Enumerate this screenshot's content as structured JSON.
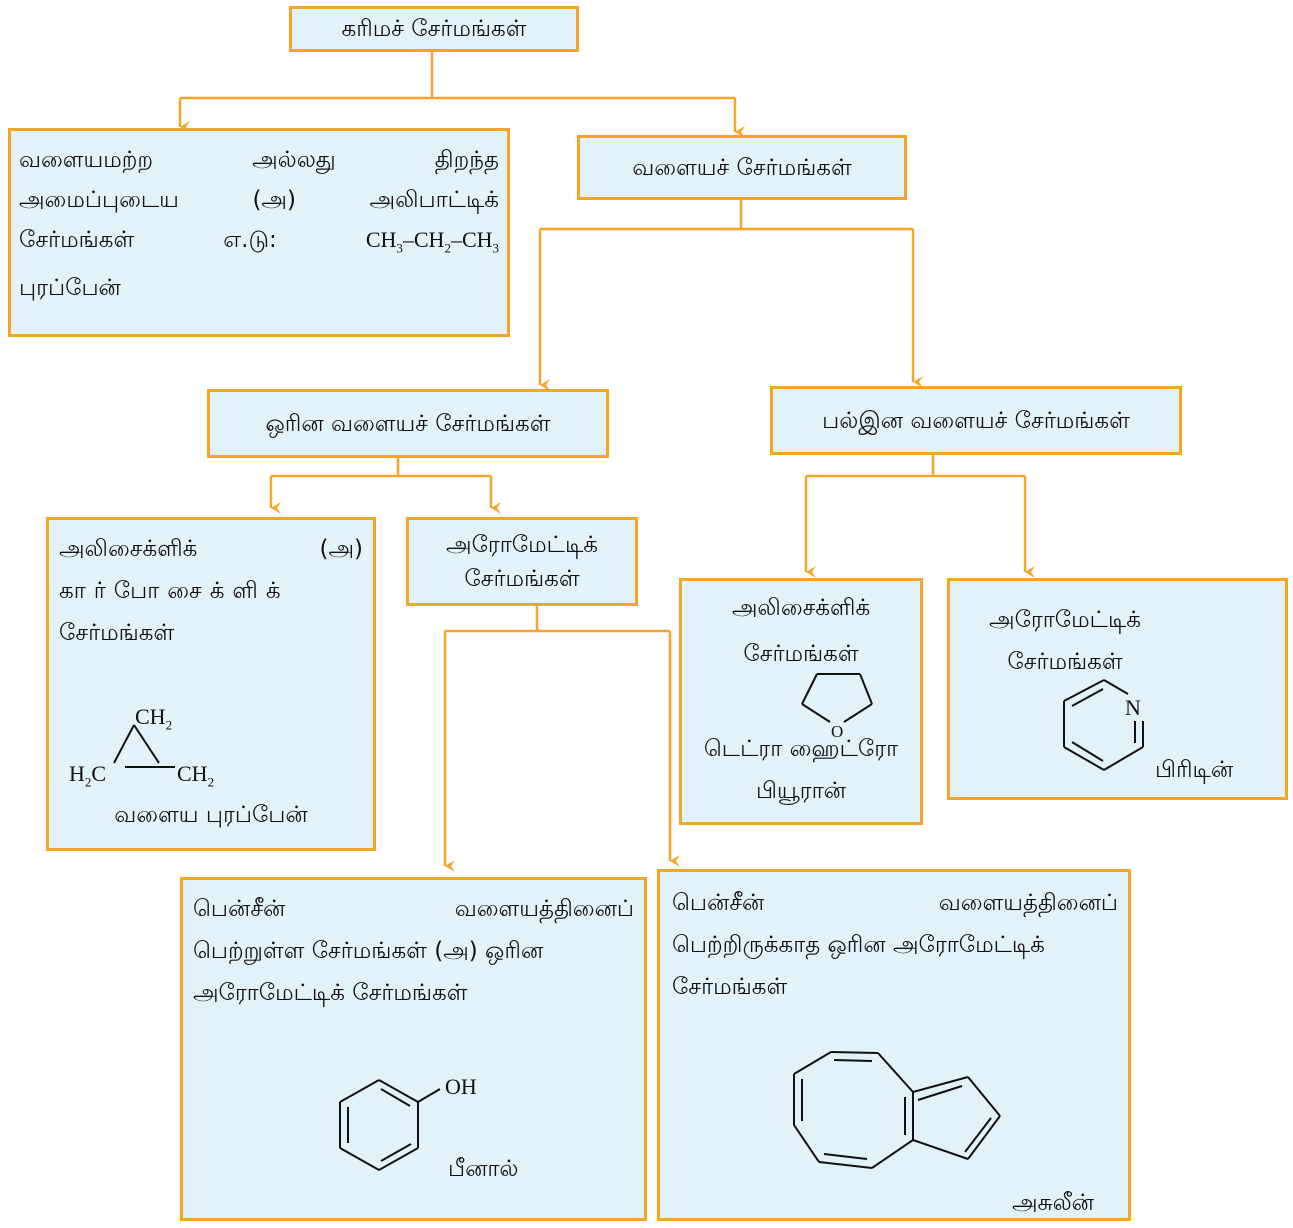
{
  "root": "கரிமச் சேர்மங்கள்",
  "acyclic": {
    "line1": [
      "வளையமற்ற",
      "அல்லது",
      "திறந்த"
    ],
    "line2": [
      "அமைப்புடைய",
      "(அ)",
      "அலிபாட்டிக்"
    ],
    "line3_text": "சேர்மங்கள்",
    "line3_eg": "எ.டு:",
    "formula": "CH3–CH2–CH3",
    "name": "புரப்பேன்"
  },
  "cyclic": "வளையச் சேர்மங்கள்",
  "homocyclic": "ஒரின வளையச் சேர்மங்கள்",
  "heterocyclic": "பல்இன வளையச் சேர்மங்கள்",
  "alicyclic": {
    "line1": [
      "அலிசைக்ளிக்",
      "(அ)"
    ],
    "line2": "கார்போசைக்ளிக்",
    "line3": "சேர்மங்கள்",
    "ch2_top": "CH2",
    "h2c": "H2C",
    "ch2_right": "CH2",
    "name": "வளைய புரப்பேன்"
  },
  "aromatic": {
    "line1": "அரோமேட்டிக்",
    "line2": "சேர்மங்கள்"
  },
  "hetero_alicyclic": {
    "line1": "அலிசைக்ளிக்",
    "line2": "சேர்மங்கள்",
    "atom": "O",
    "name1": "டெட்ரா ஹைட்ரோ",
    "name2": "பியூரான்"
  },
  "hetero_aromatic": {
    "line1": "அரோமேட்டிக்",
    "line2": "சேர்மங்கள்",
    "atom": "N",
    "name": "பிரிடின்"
  },
  "benzenoid": {
    "line1": [
      "பென்சீன்",
      "வளையத்தினைப்"
    ],
    "line2": "பெற்றுள்ள சேர்மங்கள் (அ) ஒரின",
    "line3": "அரோமேட்டிக் சேர்மங்கள்",
    "group": "OH",
    "name": "பீனால்"
  },
  "nonbenzenoid": {
    "line1": [
      "பென்சீன்",
      "வளையத்தினைப்"
    ],
    "line2": "பெற்றிருக்காத ஒரின அரோமேட்டிக்",
    "line3": "சேர்மங்கள்",
    "name": "அசுலீன்"
  }
}
